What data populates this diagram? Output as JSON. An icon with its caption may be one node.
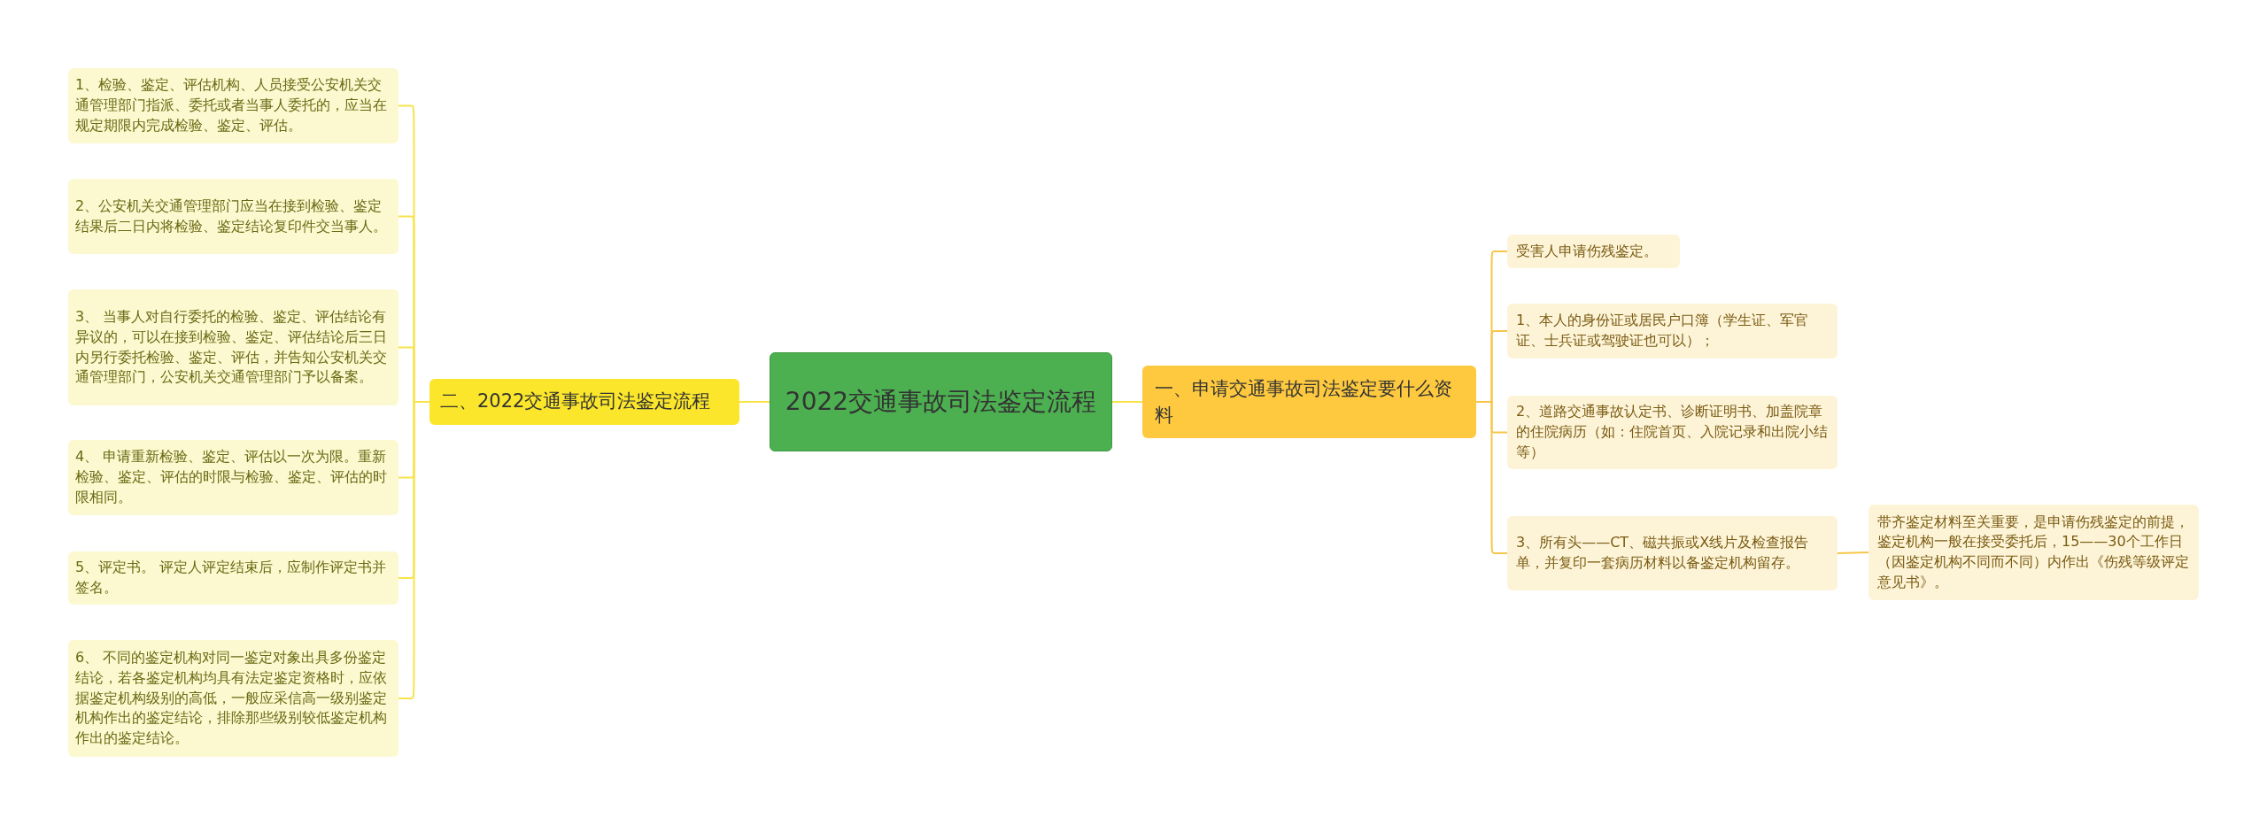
{
  "diagram": {
    "nodes": [
      {
        "text": [
          "2022交通事故司法鉴定流程"
        ]
      },
      {
        "text": [
          "二、2022交通事故司法鉴定流程"
        ]
      },
      {
        "text": [
          "1、检验、鉴定、评估机构、人员接受公安机关交通管理部门指派、委托或者当事人委托的，应当在规定期限内完成检验、鉴定、评估。"
        ]
      },
      {
        "text": [
          "2、公安机关交通管理部门应当在接到检验、鉴定结果后二日内将检验、鉴定结论复印件交当事人。"
        ]
      },
      {
        "text": [
          "3、 当事人对自行委托的检验、鉴定、评估结论有异议的，可以在接到检验、鉴定、评估结论后三日内另行委托检验、鉴定、评估，并告知公安机关交通管理部门，公安机关交通管理部门予以备案。"
        ]
      },
      {
        "text": [
          "4、 申请重新检验、鉴定、评估以一次为限。重新检验、鉴定、评估的时限与检验、鉴定、评估的时限相同。"
        ]
      },
      {
        "text": [
          "5、评定书。 评定人评定结束后，应制作评定书并签名。"
        ]
      },
      {
        "text": [
          "6、 不同的鉴定机构对同一鉴定对象出具多份鉴定结论，若各鉴定机构均具有法定鉴定资格时，应依据鉴定机构级别的高低，一般应采信高一级别鉴定机构作出的鉴定结论，排除那些级别较低鉴定机构作出的鉴定结论。"
        ]
      },
      {
        "text": [
          "一、申请交通事故司法鉴定要什么资料"
        ]
      },
      {
        "text": [
          "受害人申请伤残鉴定。"
        ]
      },
      {
        "text": [
          "1、本人的身份证或居民户口簿（学生证、军官证、士兵证或驾驶证也可以）；"
        ]
      },
      {
        "text": [
          "2、道路交通事故认定书、诊断证明书、加盖院章的住院病历（如：住院首页、入院记录和出院小结等）"
        ]
      },
      {
        "text": [
          "3、所有头——CT、磁共振或X线片及检查报告单，并复印一套病历材料以备鉴定机构留存。"
        ]
      },
      {
        "text": [
          "带齐鉴定材料至关重要，是申请伤残鉴定的前提，鉴定机构一般在接受委托后，15——30个工作日（因鉴定机构不同而不同）内作出《伤残等级评定意见书》。"
        ]
      }
    ],
    "edges": [
      {
        "from": 0,
        "to": 1,
        "arrow": "none"
      },
      {
        "from": 1,
        "to": 2,
        "arrow": "none"
      },
      {
        "from": 1,
        "to": 3,
        "arrow": "none"
      },
      {
        "from": 1,
        "to": 4,
        "arrow": "none"
      },
      {
        "from": 1,
        "to": 5,
        "arrow": "none"
      },
      {
        "from": 1,
        "to": 6,
        "arrow": "none"
      },
      {
        "from": 1,
        "to": 7,
        "arrow": "none"
      },
      {
        "from": 0,
        "to": 8,
        "arrow": "none"
      },
      {
        "from": 8,
        "to": 9,
        "arrow": "none"
      },
      {
        "from": 8,
        "to": 10,
        "arrow": "none"
      },
      {
        "from": 8,
        "to": 11,
        "arrow": "none"
      },
      {
        "from": 8,
        "to": 12,
        "arrow": "none"
      },
      {
        "from": 12,
        "to": 13,
        "arrow": "none"
      }
    ]
  }
}
